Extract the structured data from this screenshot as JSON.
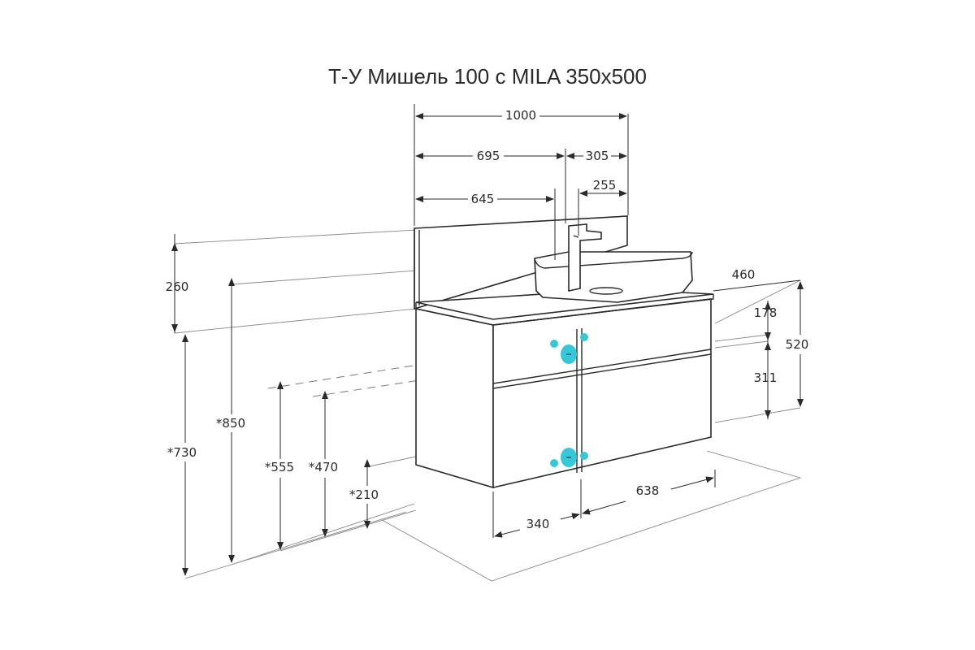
{
  "title": "Т-У Мишель 100 с MILA 350х500",
  "dimensions": {
    "width_total": "1000",
    "to_faucet": "695",
    "faucet_to_edge": "305",
    "to_sink": "645",
    "sink_to_edge": "255",
    "depth": "460",
    "top_drawer": "178",
    "bottom_drawer": "311",
    "cabinet_height": "520",
    "backsplash": "260",
    "h_850": "*850",
    "h_730": "*730",
    "h_555": "*555",
    "h_470": "*470",
    "h_210": "*210",
    "floor_340": "340",
    "floor_638": "638"
  },
  "colors": {
    "accent": "#35c8d8",
    "accent_dark": "#1aa6b8",
    "line": "#2a2a2a"
  }
}
